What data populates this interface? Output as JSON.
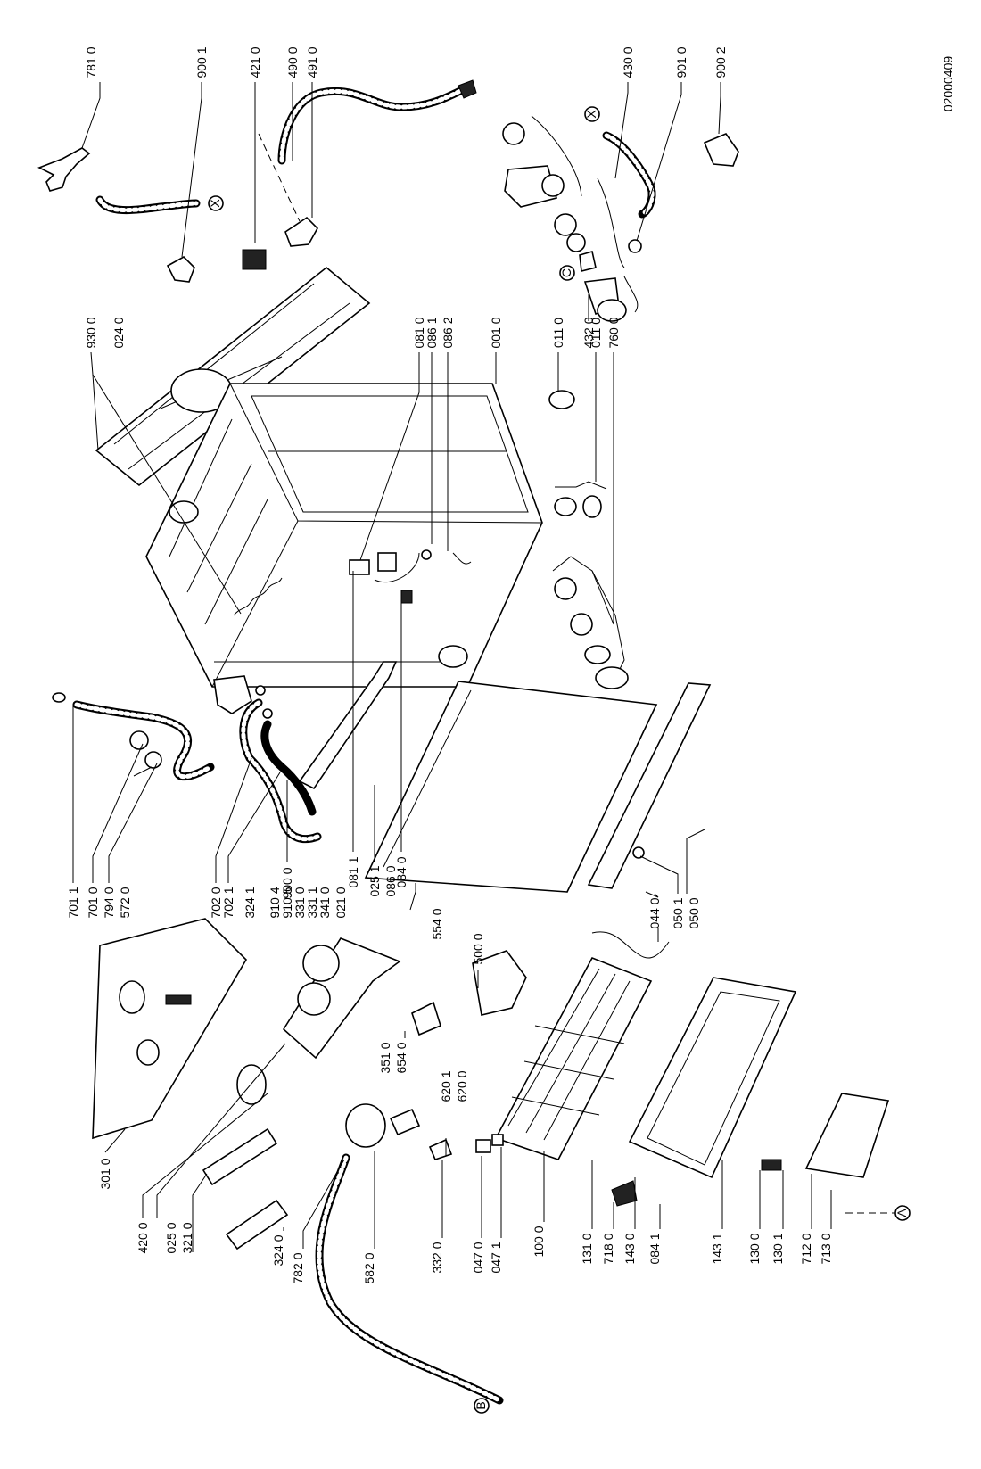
{
  "drawing_number": "02000409",
  "markers": {
    "x": "X",
    "b": "B",
    "c": "C",
    "a": "A"
  },
  "labels": {
    "l7810": "781 0",
    "l9001": "900 1",
    "l4210": "421 0",
    "l4900": "490 0",
    "l4910": "491 0",
    "l4300": "430 0",
    "l9010": "901 0",
    "l9002": "900 2",
    "l9300": "930 0",
    "l0240": "024 0",
    "l0810": "081 0",
    "l0861": "086 1",
    "l0862": "086 2",
    "l0010": "001 0",
    "l0110a": "011 0",
    "l4320": "432 0",
    "l0110b": "011 0",
    "l7600": "760 0",
    "l7011": "701 1",
    "l7010": "701 0",
    "l7940": "794 0",
    "l5720": "572 0",
    "l7020": "702 0",
    "l7021": "702 1",
    "l9000": "900 0",
    "l0811": "081 1",
    "l0251": "025 1",
    "l0860": "086 0",
    "l0840": "084 0",
    "l3241": "324 1",
    "l9104": "910 4",
    "l9105": "910 5",
    "l3310": "331 0",
    "l3311": "331 1",
    "l3410": "341 0",
    "l0210": "021 0",
    "l0440": "044 0",
    "l0501": "050 1",
    "l0500": "050 0",
    "l5540": "554 0",
    "l5000": "500 0",
    "l3510": "351 0",
    "l6540": "654 0",
    "l6201": "620 1",
    "l6200": "620 0",
    "l3010": "301 0",
    "l4200": "420 0",
    "l0250": "025 0",
    "l3210": "321 0",
    "l3240": "324 0",
    "l7820": "782 0",
    "l5820": "582 0",
    "l3320": "332 0",
    "l0470": "047 0",
    "l0471": "047 1",
    "l1000": "100 0",
    "l1310": "131 0",
    "l7180": "718 0",
    "l1430": "143 0",
    "l0841": "084 1",
    "l1431": "143 1",
    "l1300": "130 0",
    "l1301": "130 1",
    "l7120": "712 0",
    "l7130": "713 0"
  }
}
